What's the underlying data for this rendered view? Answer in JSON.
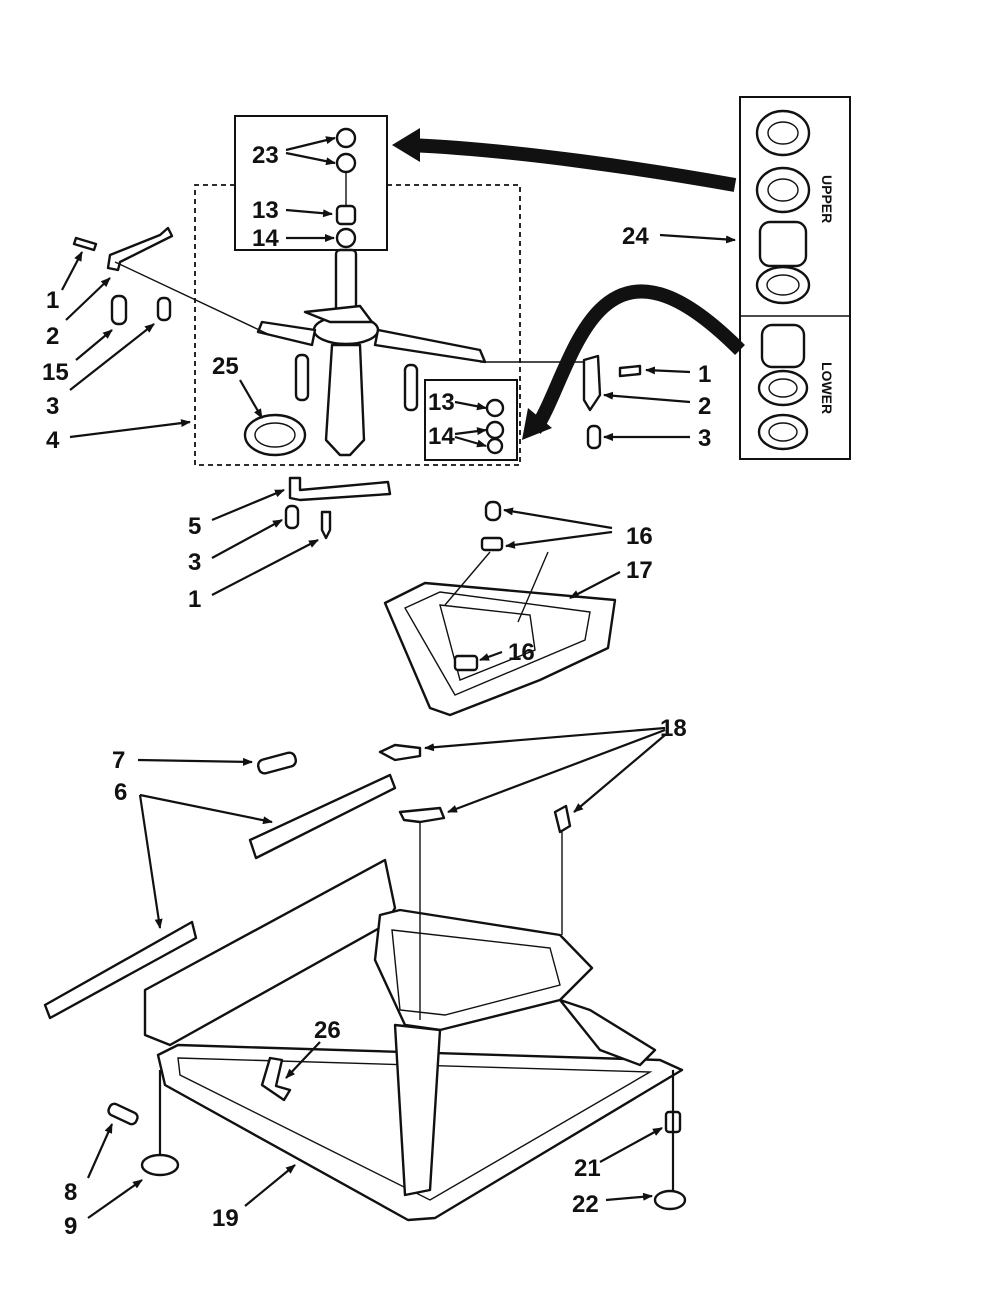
{
  "labels": {
    "l23": "23",
    "l13a": "13",
    "l14a": "14",
    "l24": "24",
    "l1a": "1",
    "l2a": "2",
    "l15": "15",
    "l3a": "3",
    "l4": "4",
    "l25": "25",
    "l13b": "13",
    "l14b": "14",
    "l1b": "1",
    "l2b": "2",
    "l3b": "3",
    "l5": "5",
    "l3c": "3",
    "l1c": "1",
    "l16a": "16",
    "l17": "17",
    "l16b": "16",
    "l7": "7",
    "l6": "6",
    "l18": "18",
    "l26": "26",
    "l8": "8",
    "l9": "9",
    "l19": "19",
    "l21": "21",
    "l22": "22"
  },
  "kit": {
    "upper": "UPPER",
    "lower": "LOWER"
  }
}
